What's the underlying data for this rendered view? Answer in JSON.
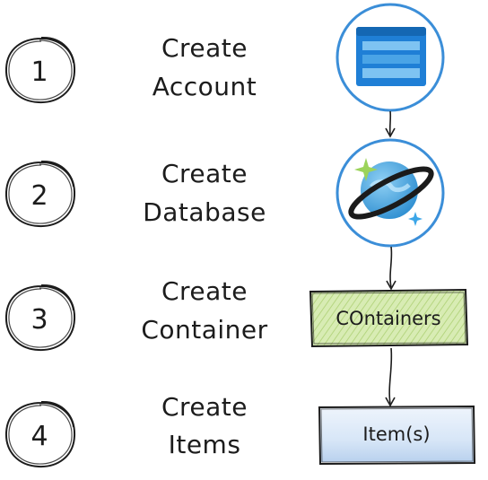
{
  "steps": [
    {
      "number": "1",
      "line1": "Create",
      "line2": "Account"
    },
    {
      "number": "2",
      "line1": "Create",
      "line2": "Database"
    },
    {
      "number": "3",
      "line1": "Create",
      "line2": "Container"
    },
    {
      "number": "4",
      "line1": "Create",
      "line2": "Items"
    }
  ],
  "containers_box": {
    "label": "COntainers",
    "fill": "#cfe7a4",
    "border": "#1c1c1c"
  },
  "items_box": {
    "label": "Item(s)",
    "fill": "#dde9f7",
    "border": "#1c1c1c"
  },
  "icons": {
    "account": {
      "name": "storage-account-icon",
      "ring": "#3b8ed8",
      "color": "#1f7fd6"
    },
    "database": {
      "name": "cosmos-db-planet-icon",
      "ring": "#3b8ed8",
      "planet": "#4aa6e0",
      "ring_band": "#1b1b1b",
      "sparkle_green": "#9cd35a",
      "sparkle_blue": "#3ba6e8"
    }
  }
}
